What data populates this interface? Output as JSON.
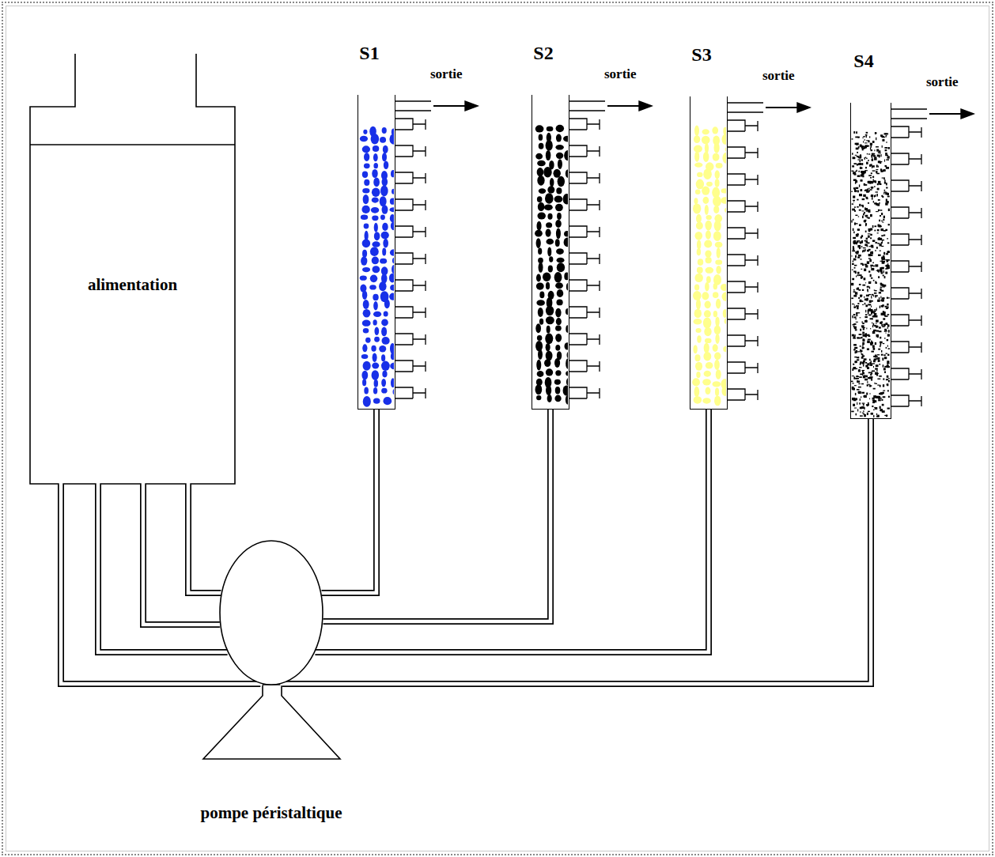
{
  "diagram": {
    "nodes": [
      {
        "text": [
          "alimentation"
        ]
      },
      {
        "text": [
          "pompe péristaltique"
        ]
      },
      {
        "text": [
          "S1"
        ]
      },
      {
        "text": [
          "S2"
        ]
      },
      {
        "text": [
          "S3"
        ]
      },
      {
        "text": [
          "S4"
        ]
      }
    ],
    "edges": [
      {
        "from": 0,
        "to": 1,
        "arrow": "none"
      },
      {
        "from": 0,
        "to": 1,
        "arrow": "none"
      },
      {
        "from": 0,
        "to": 1,
        "arrow": "none"
      },
      {
        "from": 0,
        "to": 1,
        "arrow": "none"
      },
      {
        "from": 1,
        "to": 2,
        "arrow": "none"
      },
      {
        "from": 1,
        "to": 3,
        "arrow": "none"
      },
      {
        "from": 1,
        "to": 4,
        "arrow": "none"
      },
      {
        "from": 1,
        "to": 5,
        "arrow": "none"
      }
    ],
    "labels": [
      "sortie",
      "sortie",
      "sortie",
      "sortie"
    ]
  }
}
